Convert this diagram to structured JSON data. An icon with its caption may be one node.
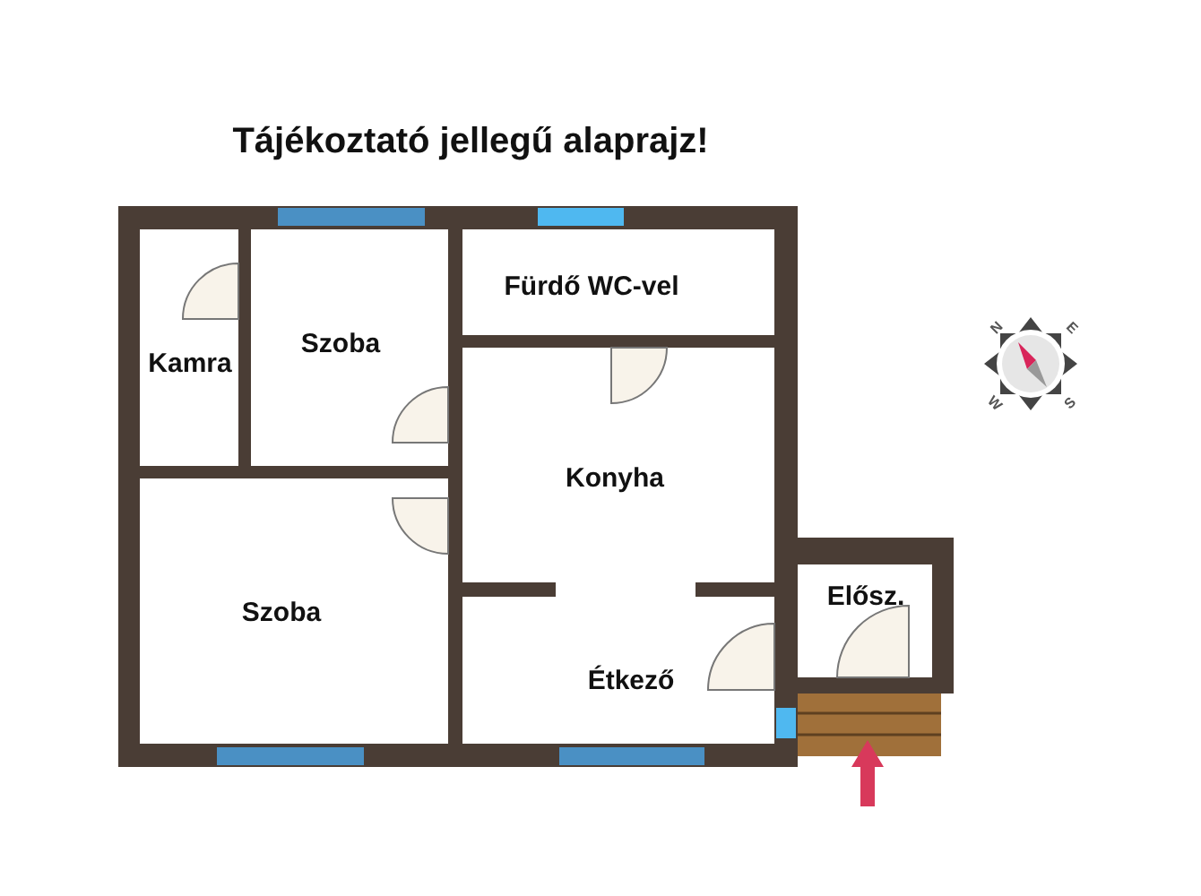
{
  "diagram": {
    "title": "Tájékoztató jellegű alaprajz!",
    "nodes": [
      {
        "text": [
          "Kamra"
        ]
      },
      {
        "text": [
          "Szoba"
        ]
      },
      {
        "text": [
          "Fürdő WC-vel"
        ]
      },
      {
        "text": [
          "Konyha"
        ]
      },
      {
        "text": [
          "Szoba"
        ]
      },
      {
        "text": [
          "Étkező"
        ]
      },
      {
        "text": [
          "Elősz."
        ]
      }
    ],
    "labels": [
      "N",
      "E",
      "W",
      "S"
    ]
  }
}
